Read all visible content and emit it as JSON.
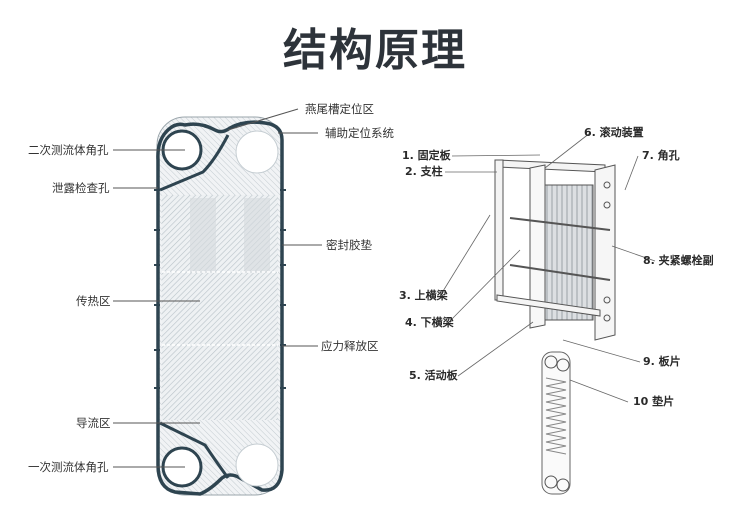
{
  "title": "结构原理",
  "plate_diagram": {
    "labels_left": [
      "二次测流体角孔",
      "泄露检查孔",
      "传热区",
      "导流区",
      "一次测流体角孔"
    ],
    "labels_right": [
      "燕尾槽定位区",
      "辅助定位系统",
      "密封胶垫",
      "应力释放区"
    ]
  },
  "assembly_diagram": {
    "labels": [
      "1. 固定板",
      "2. 支柱",
      "3. 上横梁",
      "4. 下横梁",
      "5. 活动板",
      "6. 滚动装置",
      "7. 角孔",
      "8. 夹紧螺栓副",
      "9. 板片",
      "10 垫片"
    ]
  },
  "colors": {
    "title": "#2d333a",
    "gasket": "#2e4450",
    "plate_fill": "#e4e8eb",
    "line": "#555555"
  }
}
